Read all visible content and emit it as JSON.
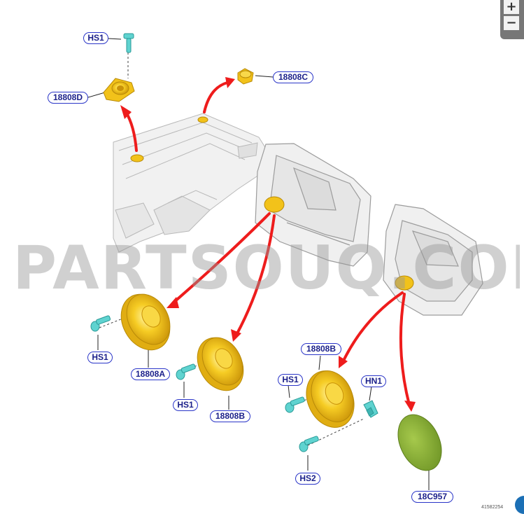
{
  "callouts": {
    "hs1_top": "HS1",
    "p18808d": "18808D",
    "p18808c": "18808C",
    "hs1_a": "HS1",
    "p18808a": "18808A",
    "hs1_b": "HS1",
    "p18808b_front": "18808B",
    "p18808b_rear": "18808B",
    "hs1_c": "HS1",
    "hn1": "HN1",
    "hs2": "HS2",
    "p18c957": "18C957"
  },
  "watermark": "PARTSOUQ.COM",
  "figure_number": "41582254",
  "zoom": {
    "plus": "+",
    "minus": "−"
  },
  "colors": {
    "speaker": "#f2c21a",
    "speaker_edge": "#b88a08",
    "screw": "#5fd3d0",
    "arrow": "#ee1c1c",
    "cover": "#8db238",
    "callout_border": "#2a35c8"
  }
}
